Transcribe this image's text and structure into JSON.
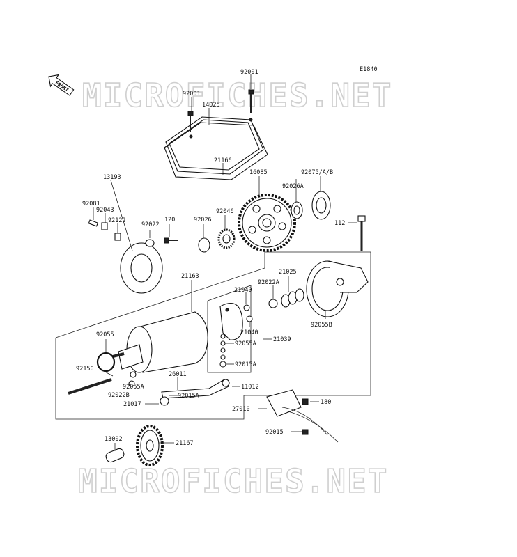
{
  "diagram_code": "E1840",
  "front_label": "FRONT",
  "watermark": "MICROFICHES.NET",
  "labels": {
    "p92001a": "92001",
    "p92001b": "92001",
    "p14025": "14025",
    "p21166": "21166",
    "p13193": "13193",
    "p92081": "92081",
    "p92043": "92043",
    "p92122": "92122",
    "p92022": "92022",
    "p120": "120",
    "p92026": "92026",
    "p92046": "92046",
    "p16085": "16085",
    "p92026A": "92026A",
    "p92075": "92075/A/B",
    "p112": "112",
    "p21163": "21163",
    "p21025": "21025",
    "p21040a": "21040",
    "p92022A": "92022A",
    "p21040b": "21040",
    "p92055B": "92055B",
    "p92055": "92055",
    "p92055Aa": "92055A",
    "p21039": "21039",
    "p92015Aa": "92015A",
    "p92150": "92150",
    "p26011": "26011",
    "p11012": "11012",
    "p92055Ab": "92055A",
    "p92022B": "92022B",
    "p92015Ab": "92015A",
    "p21017": "21017",
    "p27010": "27010",
    "p180": "180",
    "p92015": "92015",
    "p13002": "13002",
    "p21167": "21167"
  }
}
